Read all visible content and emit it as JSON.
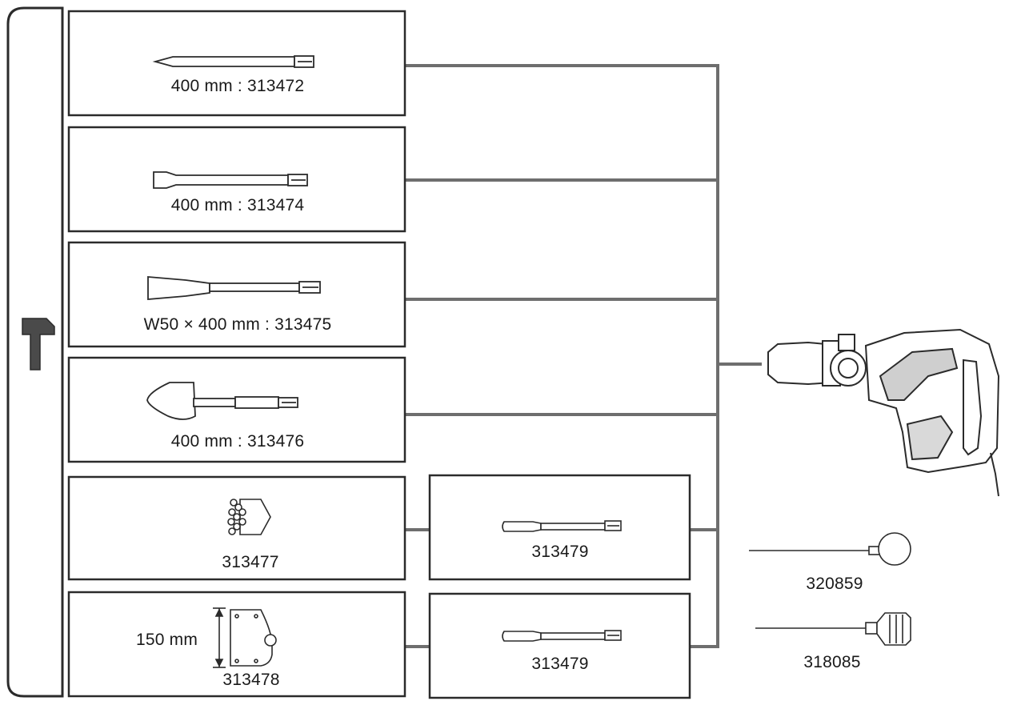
{
  "accessories": [
    {
      "code": "400 mm : 313472"
    },
    {
      "code": "400 mm : 313474"
    },
    {
      "code": "W50 × 400 mm : 313475"
    },
    {
      "code": "400 mm : 313476"
    },
    {
      "code": "313477"
    },
    {
      "code": "313478",
      "dimension": "150 mm"
    }
  ],
  "adapters": [
    {
      "code": "313479"
    },
    {
      "code": "313479"
    }
  ],
  "extras": [
    {
      "code": "320859"
    },
    {
      "code": "318085"
    }
  ],
  "icons": {
    "mode": "hammer-mode-icon",
    "tool": "rotary-hammer-icon"
  },
  "colors": {
    "line": "#6e6e6e",
    "outline": "#2b2b2b",
    "icon": "#4a4a4a"
  }
}
